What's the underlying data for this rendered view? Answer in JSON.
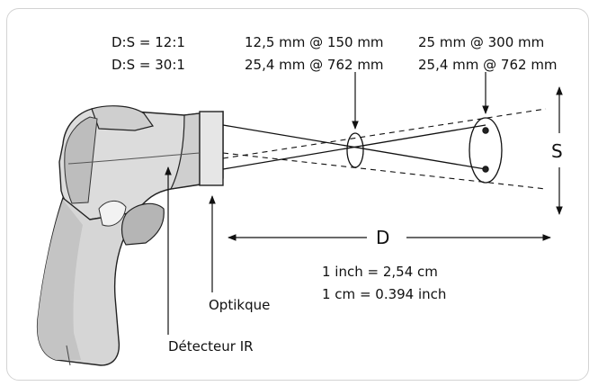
{
  "specs": {
    "ratio_12": "D:S = 12:1",
    "ratio_30": "D:S = 30:1",
    "near_12": "12,5 mm @ 150 mm",
    "near_30": "25,4 mm @ 762 mm",
    "far_12": "25 mm @ 300 mm",
    "far_30": "25,4 mm @ 762 mm"
  },
  "labels": {
    "spot_size": "S",
    "distance": "D",
    "optics": "Optikque",
    "detector": "Détecteur IR"
  },
  "conversions": {
    "inch_to_cm": "1 inch = 2,54 cm",
    "cm_to_inch": "1 cm = 0.394 inch"
  },
  "colors": {
    "line": "#111111",
    "gun_body": "#d9d9d9",
    "gun_dark": "#b8b8b8",
    "frame": "#d3d3d3"
  }
}
